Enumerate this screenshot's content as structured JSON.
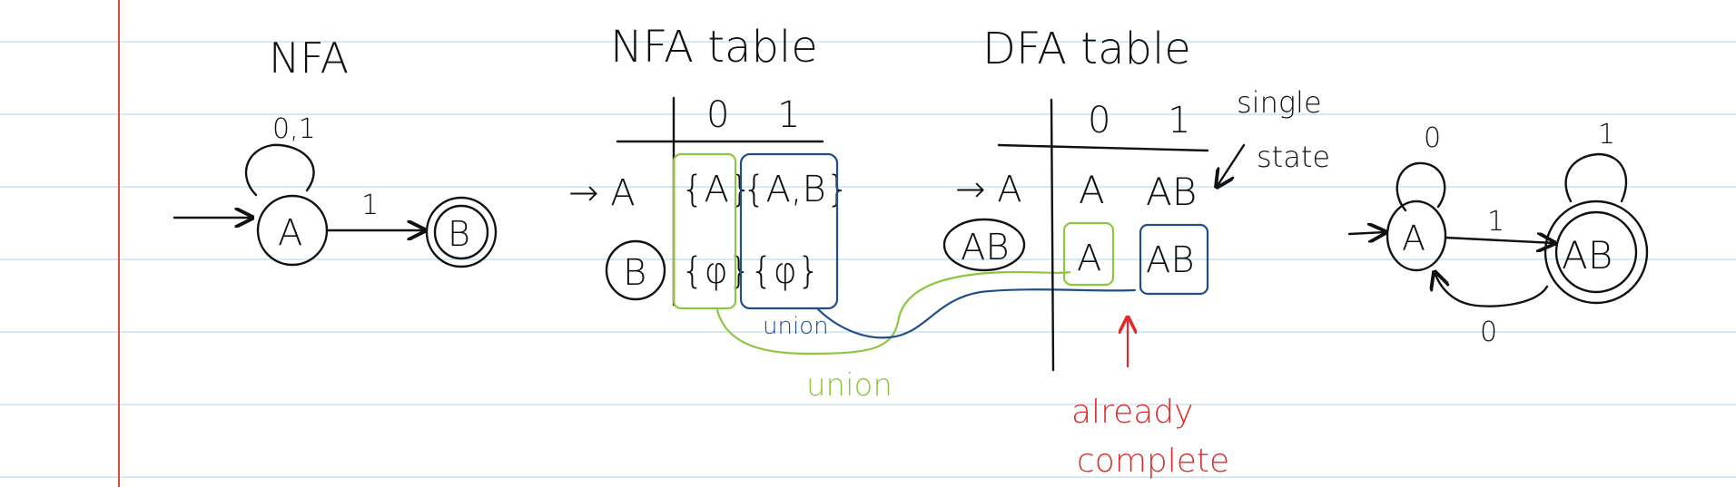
{
  "colors": {
    "paper": "#ffffff",
    "rule_line": "#bfdcec",
    "margin_line": "#e8463a",
    "ink": "#111111",
    "green": "#8dc63f",
    "blue": "#1f4e8c",
    "red": "#e02b2b"
  },
  "titles": {
    "nfa": "NFA",
    "nfa_table": "NFA table",
    "dfa_table": "DFA table"
  },
  "nfa_diagram": {
    "loop_label": "0,1",
    "edge_label": "1",
    "state_a": "A",
    "state_b": "B"
  },
  "nfa_table": {
    "headers": [
      "0",
      "1"
    ],
    "rows": [
      {
        "state": "→ A",
        "cells": [
          "{A}",
          "{A,B}"
        ]
      },
      {
        "state": "B",
        "cells": [
          "{φ}",
          "{φ}"
        ]
      }
    ]
  },
  "dfa_table": {
    "headers": [
      "0",
      "1"
    ],
    "rows": [
      {
        "state": "→ A",
        "cells": [
          "A",
          "AB"
        ]
      },
      {
        "state": "AB",
        "cells": [
          "A",
          "AB"
        ]
      }
    ]
  },
  "annotations": {
    "single_state_line1": "single",
    "single_state_line2": "state",
    "union_blue": "union",
    "union_green": "union",
    "already_line1": "already",
    "already_line2": "complete"
  },
  "dfa_diagram": {
    "state_a": "A",
    "state_ab": "AB",
    "loop_a_label": "0",
    "loop_ab_label": "1",
    "edge_a_ab_label": "1",
    "edge_ab_a_label": "0"
  }
}
